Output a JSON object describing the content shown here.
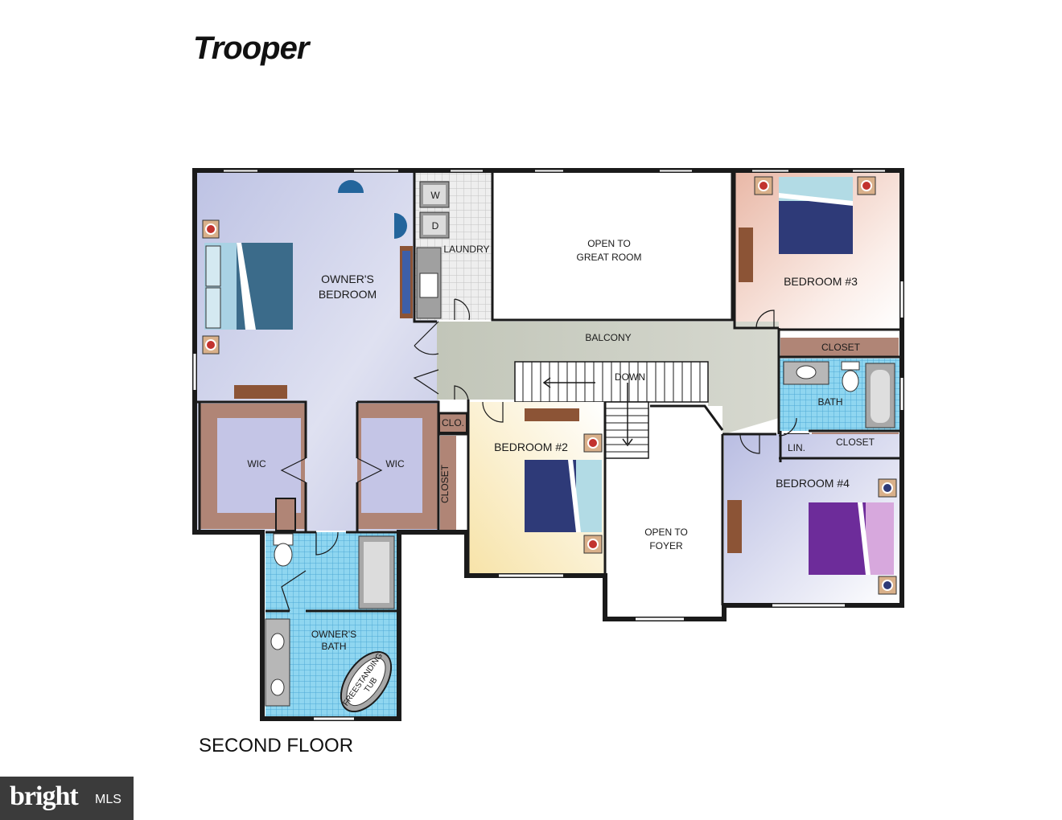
{
  "plan_title": "Trooper",
  "floor_label": "SECOND FLOOR",
  "rooms": {
    "owners_bedroom_1": "OWNER'S",
    "owners_bedroom_2": "BEDROOM",
    "laundry": "LAUNDRY",
    "washer": "W",
    "dryer": "D",
    "open_great_room_1": "OPEN TO",
    "open_great_room_2": "GREAT ROOM",
    "bedroom_3": "BEDROOM #3",
    "balcony": "BALCONY",
    "down": "DOWN",
    "closet_b3": "CLOSET",
    "bath": "BATH",
    "linen": "LIN.",
    "closet_b4": "CLOSET",
    "wic_left": "WIC",
    "wic_right": "WIC",
    "clo": "CLO.",
    "closet_vertical": "CLOSET",
    "bedroom_2": "BEDROOM #2",
    "open_foyer_1": "OPEN TO",
    "open_foyer_2": "FOYER",
    "bedroom_4": "BEDROOM #4",
    "owners_bath_1": "OWNER'S",
    "owners_bath_2": "BATH",
    "freestanding_tub_1": "FREESTANDING",
    "freestanding_tub_2": "TUB"
  },
  "watermark": {
    "word": "bright",
    "suffix": "MLS"
  },
  "colors": {
    "owners": "#c9cde8",
    "bed2": "#f9f0c6",
    "bed3": "#f0cdbf",
    "bed4": "#c4c8e6",
    "wic": "#c3c4e4",
    "wic_trim": "#b08576",
    "tile": "#7fd0ef",
    "balcony": "#c9ccc1",
    "bed_navy": "#2e3a78",
    "bed_teal": "#3b6b8a",
    "bed_purple": "#6d2c9a",
    "wall": "#1a1a1a"
  }
}
